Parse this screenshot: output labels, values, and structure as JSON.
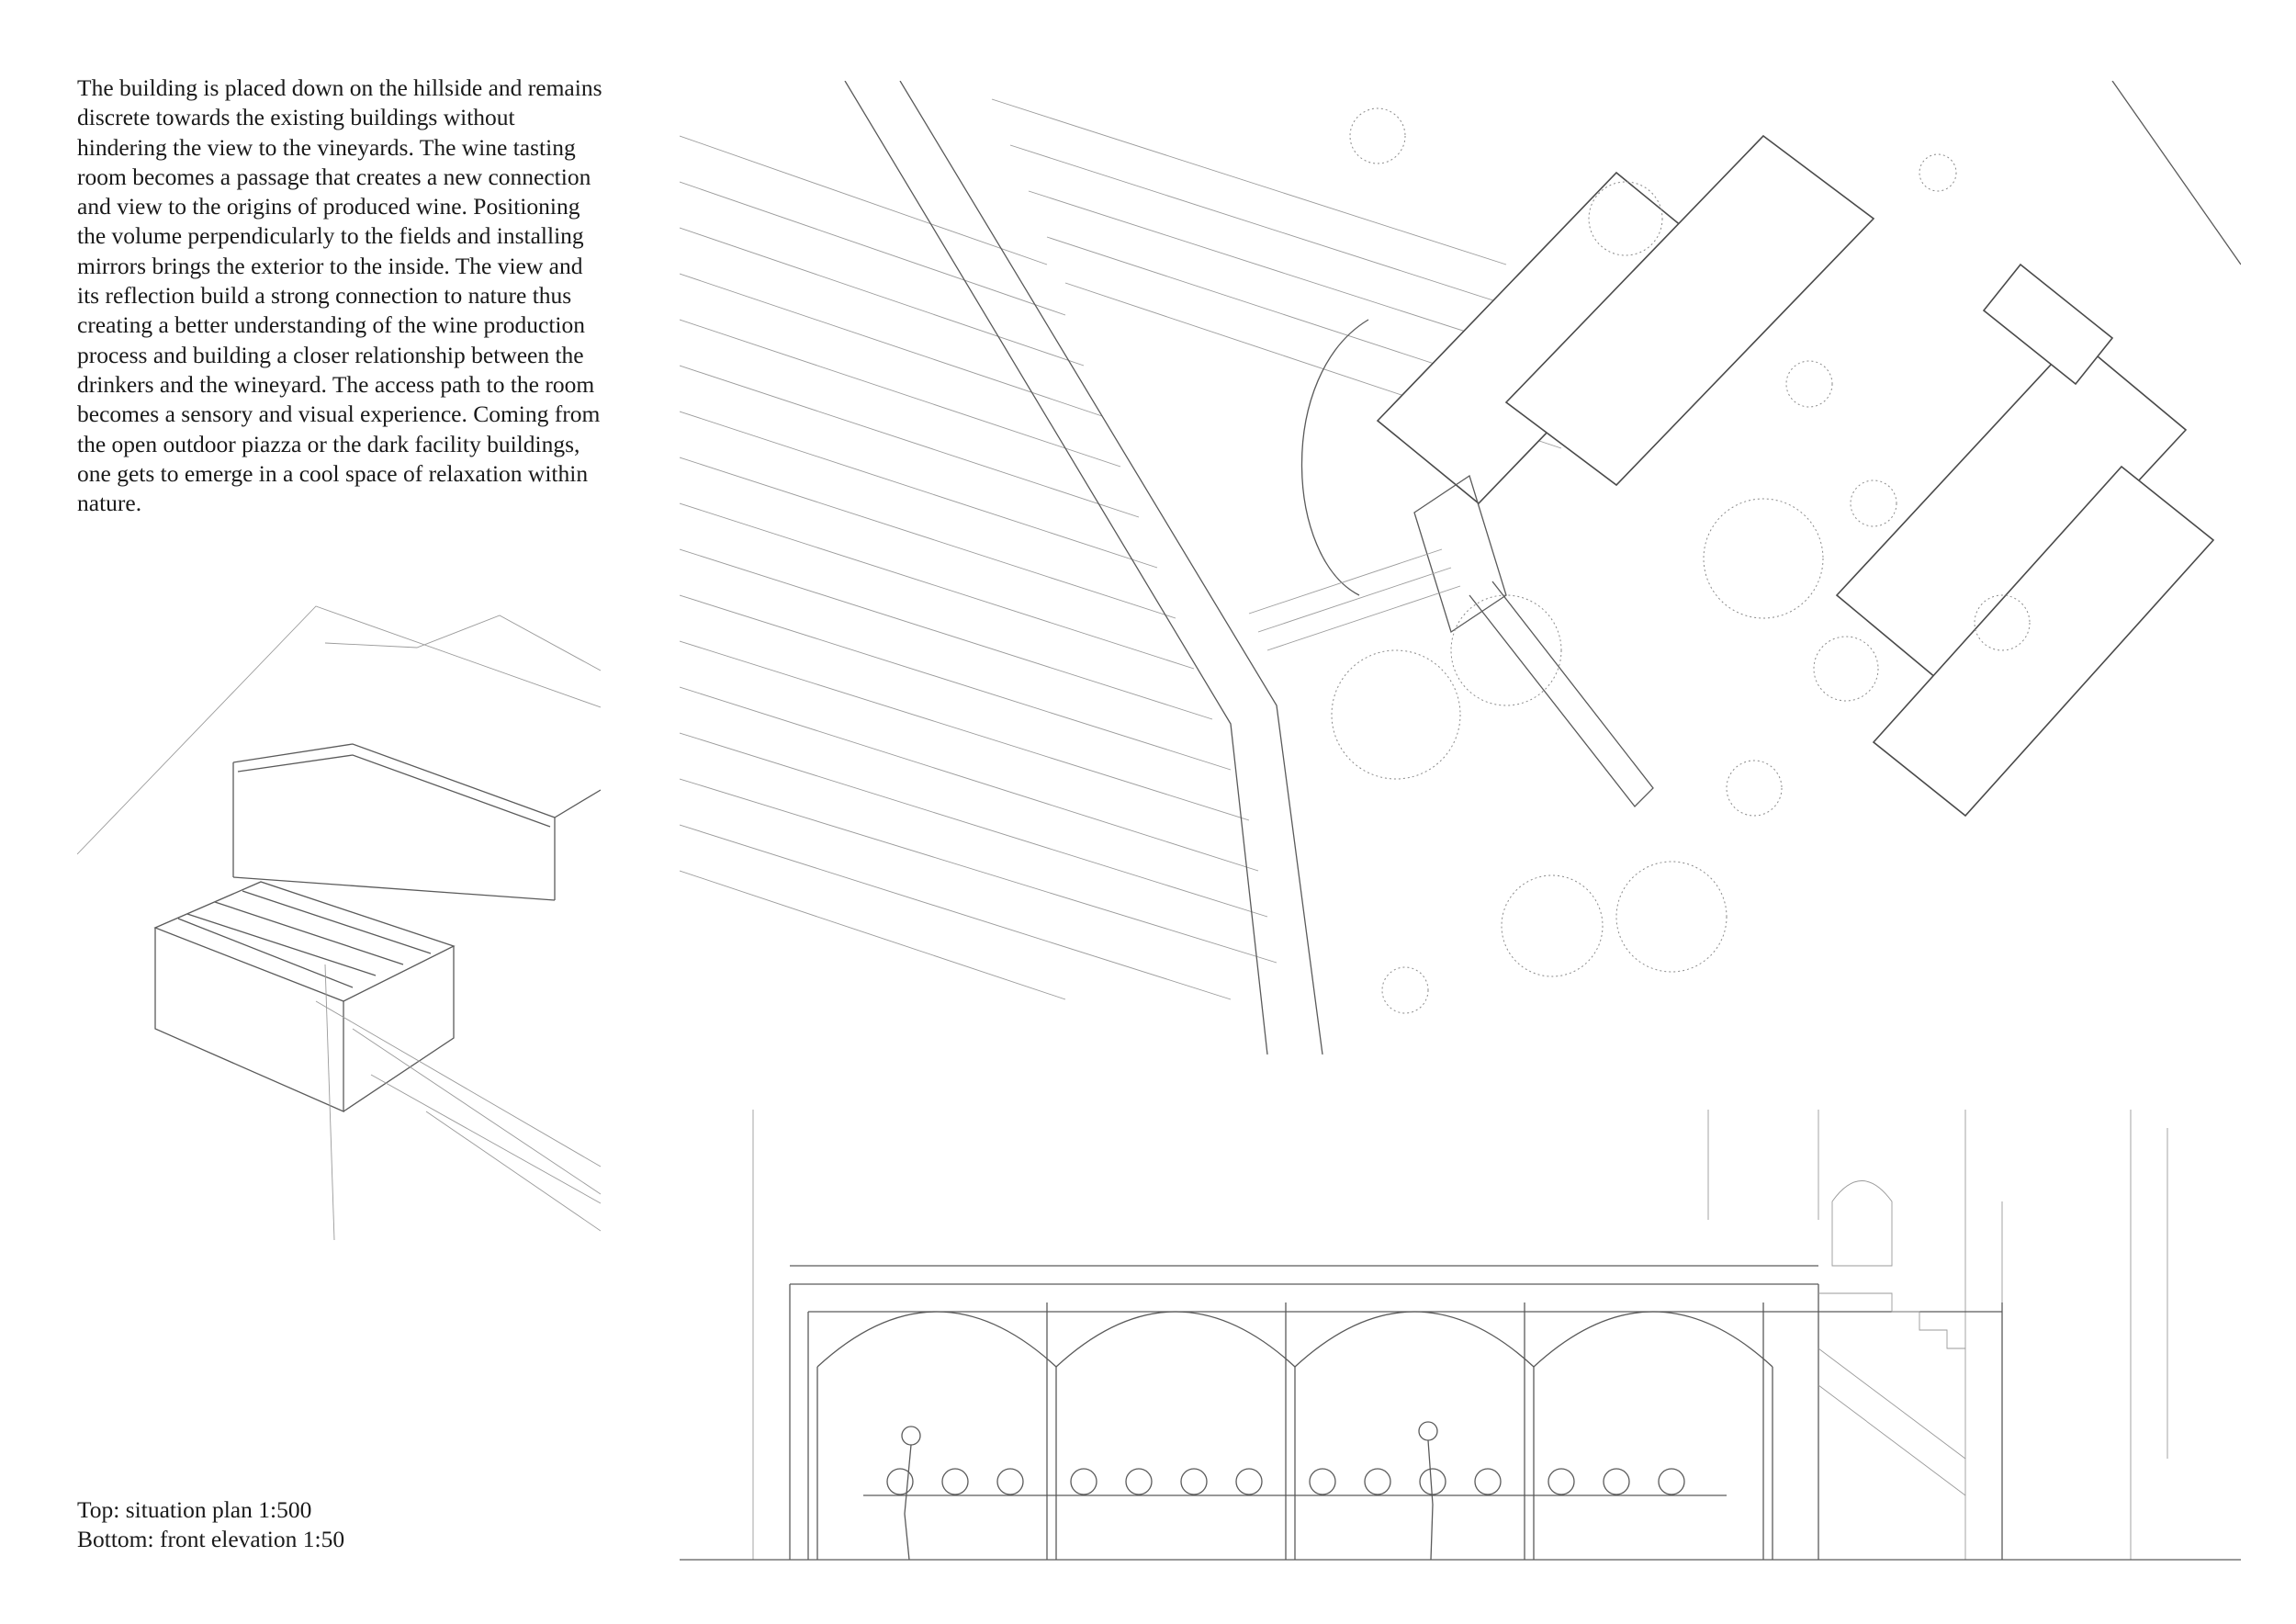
{
  "intro_text": "The building is placed down on the hillside and remains discrete towards the existing buildings without hindering the view to the vineyards. The wine tasting room becomes a passage that creates a new connection and view to the origins of produced wine. Positioning the volume perpendicularly to the fields and installing mirrors brings the exterior to the inside. The view and its reflection build a strong connection to nature thus creating a better understanding of the wine production process and building a closer relationship between the drinkers and the wineyard. The access path to the room becomes a sensory and visual experience. Coming from the open outdoor piazza or the dark facility buildings, one gets to emerge in a cool space of relaxation within nature.",
  "captions": {
    "top": "Top: situation plan 1:500",
    "bottom": "Bottom: front elevation 1:50"
  },
  "colors": {
    "background": "#ffffff",
    "text": "#1a1a1a",
    "linework": "#5a5a5a"
  }
}
